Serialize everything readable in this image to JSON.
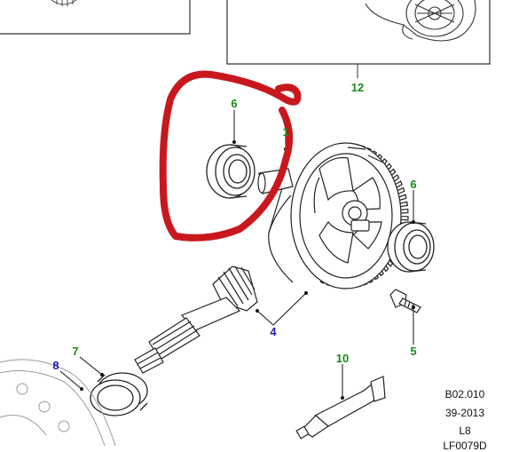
{
  "callouts": {
    "c1": {
      "label": "1",
      "color": "#1a8a1a"
    },
    "c4": {
      "label": "4",
      "color": "#1a1aa8"
    },
    "c5": {
      "label": "5",
      "color": "#1a8a1a"
    },
    "c6a": {
      "label": "6",
      "color": "#1a8a1a"
    },
    "c6b": {
      "label": "6",
      "color": "#1a8a1a"
    },
    "c7": {
      "label": "7",
      "color": "#1a8a1a"
    },
    "c8": {
      "label": "8",
      "color": "#1a1aa8"
    },
    "c10": {
      "label": "10",
      "color": "#1a8a1a"
    },
    "c12": {
      "label": "12",
      "color": "#1a8a1a"
    }
  },
  "reference": {
    "code": "B02.010",
    "date": "39-2013",
    "model": "L8",
    "illustration_id": "LF0079D"
  },
  "annotation_color": "#c8181e"
}
